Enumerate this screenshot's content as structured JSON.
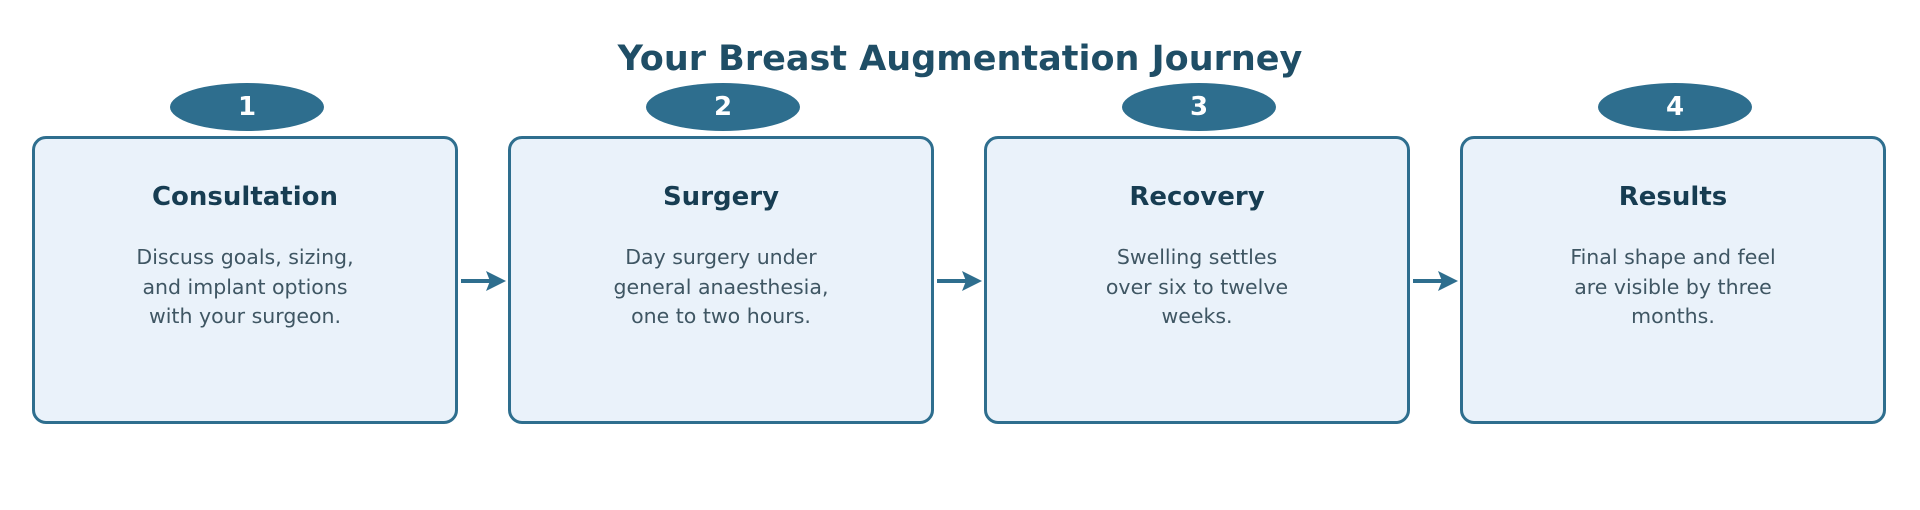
{
  "title": "Your Breast Augmentation Journey",
  "colors": {
    "accent": "#2e6e8e",
    "title": "#1f4e66",
    "card_fill": "#eaf2fa",
    "card_title": "#173d52",
    "card_text": "#3f5663"
  },
  "steps": [
    {
      "number": "1",
      "title": "Consultation",
      "description": "Discuss goals, sizing, and implant options with your surgeon."
    },
    {
      "number": "2",
      "title": "Surgery",
      "description": "Day surgery under general anaesthesia, one to two hours."
    },
    {
      "number": "3",
      "title": "Recovery",
      "description": "Swelling settles over six to twelve weeks."
    },
    {
      "number": "4",
      "title": "Results",
      "description": "Final shape and feel are visible by three months."
    }
  ],
  "connector_icon": "right-arrow-icon"
}
